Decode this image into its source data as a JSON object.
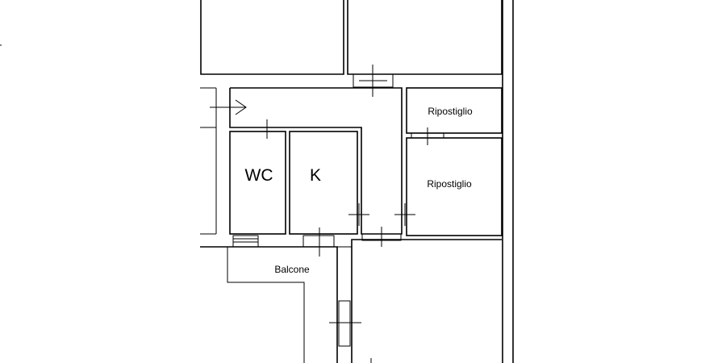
{
  "rooms": {
    "wc": "WC",
    "kitchen": "K",
    "storage_upper": "Ripostiglio",
    "storage_lower": "Ripostiglio",
    "balcony": "Balcone"
  }
}
